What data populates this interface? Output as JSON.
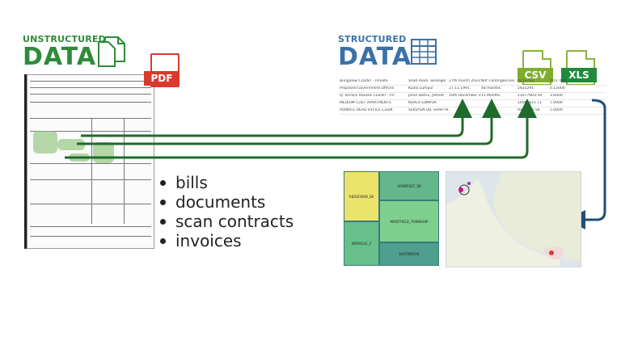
{
  "left_header": {
    "small": "UNSTRUCTURED",
    "big": "DATA",
    "icon": "documents-icon"
  },
  "right_header": {
    "small": "STRUCTURED",
    "big": "DATA",
    "icon": "table-grid-icon"
  },
  "file_badges": {
    "pdf": "PDF",
    "csv": "CSV",
    "xls": "XLS"
  },
  "bullets": [
    "bills",
    "documents",
    "scan contracts",
    "invoices"
  ],
  "table_rows": [
    [
      "Bungalow CLIENT - Private",
      "Shah Alam, Selangor",
      "27th march 2023",
      "Not Contingencies",
      "4213713",
      "0 01 000"
    ],
    [
      "Proposed Government Offices",
      "Kuala Lumpur",
      "27.11.1991",
      "48 months",
      "5925291",
      "0.15000"
    ],
    [
      "ty Terrace Houses CLIENT - Pri",
      "Johor Bahru, JOHOR",
      "16th December 1999",
      "15 Months",
      "11677903.59",
      "3.6000"
    ],
    [
      "MEDIUM COST APARTMENTS",
      "KUALA LUMPUR",
      "",
      "",
      "16067621.71",
      "7.0000"
    ],
    [
      "POINATE HEAD OFFICE CLIEN",
      "SEKSYEN U8, SHAH ALAM, SELANGOR",
      "",
      "",
      "9365920.58",
      "5.0000"
    ]
  ],
  "treemap_labels": [
    "RIDGEVIEW_SB",
    "SOMERSET_SB",
    "MONTFIELD_TOWNSHIP",
    "NORVILLE_3",
    "EASTBROOK"
  ],
  "colors": {
    "green": "#2e8b3a",
    "blue": "#3a72a8",
    "pdf_red": "#d93a2b",
    "file_green": "#7fae2c",
    "arrow_green": "#1f6b2c",
    "arrow_blue": "#1f4e79"
  }
}
